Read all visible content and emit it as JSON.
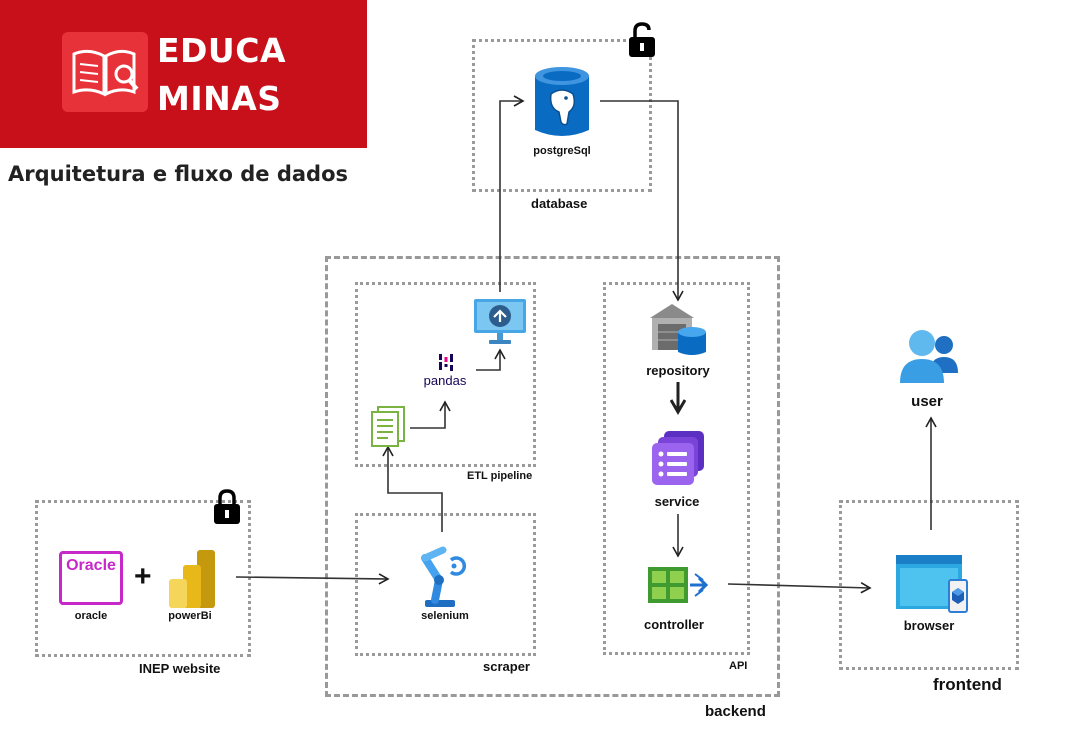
{
  "brand": {
    "line1": "EDUCA",
    "line2": "MINAS",
    "color": "#c8101a"
  },
  "subtitle": "Arquitetura e fluxo de dados",
  "groups": {
    "database": "database",
    "etl": "ETL pipeline",
    "scraper": "scraper",
    "backend": "backend",
    "api": "API",
    "inep": "INEP website",
    "frontend": "frontend"
  },
  "nodes": {
    "postgres": "postgreSql",
    "pandas": "pandas",
    "selenium": "selenium",
    "repository": "repository",
    "service": "service",
    "controller": "controller",
    "oracle": "oracle",
    "oracle_logo": "Oracle",
    "powerbi": "powerBi",
    "browser": "browser",
    "user": "user"
  },
  "plus": "+",
  "icons": [
    "book-search-icon",
    "unlocked-padlock-icon",
    "locked-padlock-icon",
    "postgres-elephant-icon",
    "upload-monitor-icon",
    "pandas-icon",
    "document-icon",
    "robot-arm-icon",
    "warehouse-database-icon",
    "list-stack-icon",
    "grid-arrow-icon",
    "powerbi-icon",
    "browser-window-icon",
    "users-icon"
  ]
}
